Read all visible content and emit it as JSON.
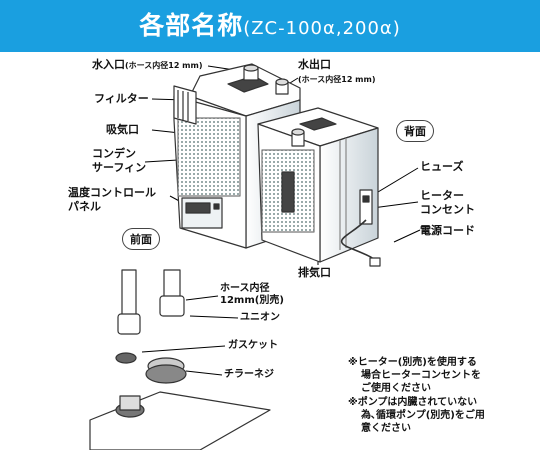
{
  "header": {
    "title": "各部名称",
    "model": "(ZC-100α,200α)",
    "color": "#1a9fe0"
  },
  "labels": {
    "water_inlet": "水入口",
    "water_inlet_note": "(ホース内径12 mm)",
    "water_outlet": "水出口",
    "water_outlet_note": "(ホース内径12 mm)",
    "filter": "フィルター",
    "air_intake": "吸気口",
    "condenser_1": "コンデン",
    "condenser_2": "サーフィン",
    "temp_panel_1": "温度コントロール",
    "temp_panel_2": "パネル",
    "front": "前面",
    "back": "背面",
    "fuse": "ヒューズ",
    "heater_outlet_1": "ヒーター",
    "heater_outlet_2": "コンセント",
    "power_cord": "電源コード",
    "exhaust": "排気口",
    "hose_id_1": "ホース内径",
    "hose_id_2": "12mm(別売)",
    "union": "ユニオン",
    "gasket": "ガスケット",
    "tiller_screw": "チラーネジ"
  },
  "notes": {
    "heater_1": "※ヒーター(別売)を使用する",
    "heater_2": "場合ヒーターコンセントを",
    "heater_3": "ご使用ください",
    "pump_1": "※ポンプは内臓されていない",
    "pump_2": "為､循環ポンプ(別売)をご用",
    "pump_3": "意ください"
  }
}
